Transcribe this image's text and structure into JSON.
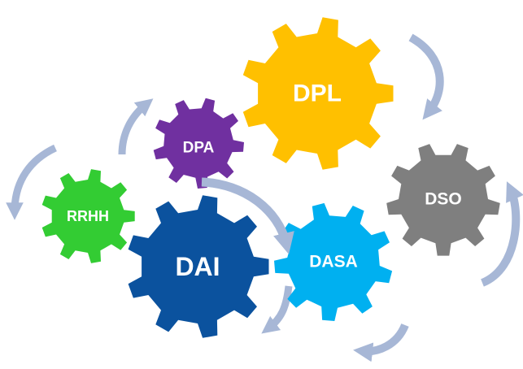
{
  "gears": [
    {
      "id": "dpl",
      "label": "DPL",
      "color": "#FFC000"
    },
    {
      "id": "dpa",
      "label": "DPA",
      "color": "#7030A0"
    },
    {
      "id": "dso",
      "label": "DSO",
      "color": "#7F7F7F"
    },
    {
      "id": "rrhh",
      "label": "RRHH",
      "color": "#33CC33"
    },
    {
      "id": "dai",
      "label": "DAI",
      "color": "#0B529E"
    },
    {
      "id": "dasa",
      "label": "DASA",
      "color": "#00B0F0"
    }
  ],
  "arrow_color": "#A7B7D6"
}
